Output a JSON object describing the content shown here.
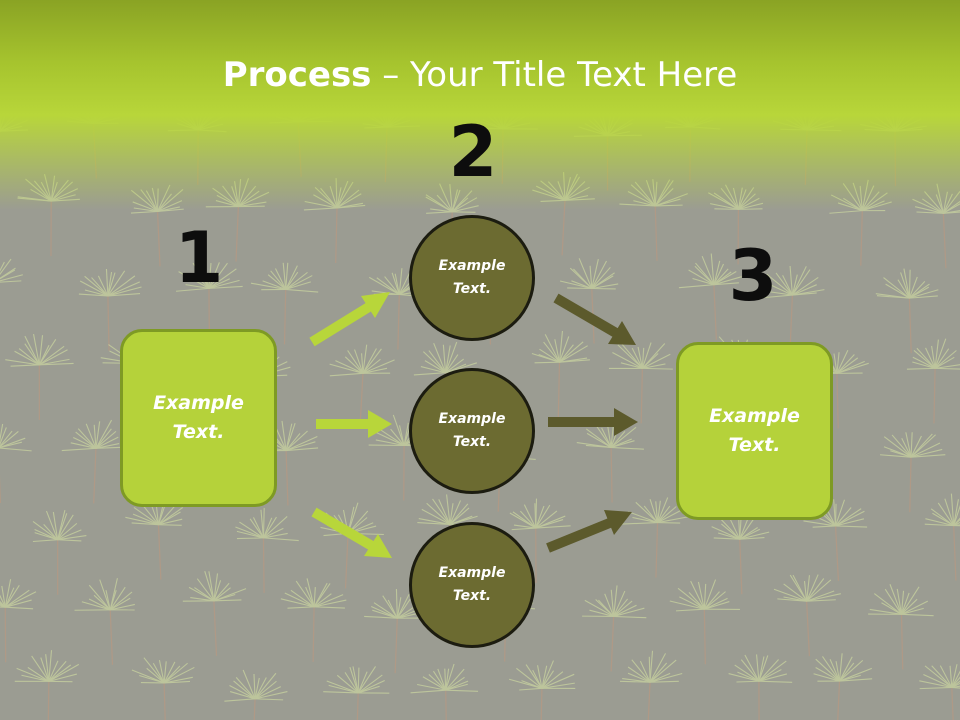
{
  "title": {
    "bold": "Process",
    "rest": " – Your Title Text Here"
  },
  "steps": [
    {
      "number": "1",
      "label": "Example\nText."
    },
    {
      "number": "2",
      "label": "Example\nText."
    },
    {
      "number": "3",
      "label": "Example\nText."
    }
  ],
  "circles": [
    {
      "label": "Example\nText."
    },
    {
      "label": "Example\nText."
    },
    {
      "label": "Example\nText."
    }
  ],
  "colors": {
    "accent_green": "#b5d23a",
    "accent_border": "#7e9a24",
    "circle_fill": "#6c6b31",
    "dark_arrow": "#5c5a2c",
    "light_arrow": "#b8d63a"
  }
}
